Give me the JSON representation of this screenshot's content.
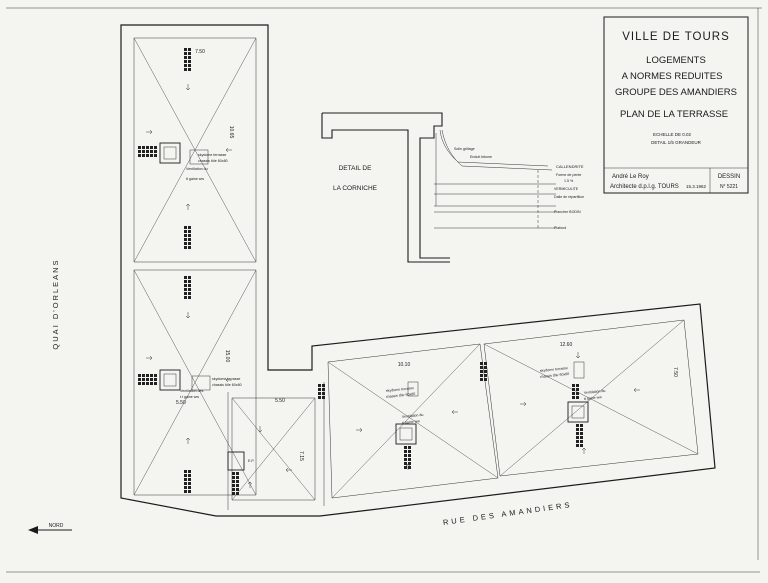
{
  "title_block": {
    "city": "VILLE DE TOURS",
    "line1": "LOGEMENTS",
    "line2": "A NORMES REDUITES",
    "line3": "GROUPE DES AMANDIERS",
    "plan": "PLAN DE LA TERRASSE",
    "scale": "ECHELLE DE 0.02",
    "detail_scale": "DETAIL 1/5 GRANDEUR",
    "architect": "André Le Roy",
    "architect_title": "Architecte d.p.l.g. TOURS",
    "date": "15.3.1962",
    "dessin_label": "DESSIN",
    "dessin_no": "N° 5221"
  },
  "streets": {
    "west": "QUAI D'ORLEANS",
    "south": "RUE DES AMANDIERS"
  },
  "north": {
    "label": "NORD"
  },
  "detail": {
    "title_l1": "DETAIL DE",
    "title_l2": "LA CORNICHE",
    "labels": [
      "Solin grillage",
      "Enduit bitume",
      "CALLENDRITE",
      "Forme de pente",
      "1.5 %",
      "VERMICULITE",
      "Dalle de répartition",
      "Plancher BODIN",
      "Plafond"
    ]
  },
  "plan": {
    "dims": [
      "7.50",
      "10.65",
      "15.00",
      "5.50",
      "5.50",
      "7.15",
      "10.10",
      "12.60",
      "7.50"
    ],
    "notes": {
      "skylight_a": "skydome terrasse",
      "skylight_a2": "chassis tôle 60x80",
      "vent_a": "Ventilation du",
      "vent_a2": "tt gaine ww",
      "skylight_b": "skydome terrasse",
      "skylight_b2": "chassis tôle 60x80",
      "vent_b": "Ventilation des",
      "vent_b2": "t.t gaine ww",
      "skylight_c": "skydome terrasse",
      "skylight_c2": "chassis tôle 60x80",
      "vent_c": "Ventilation du",
      "vent_c2": "tt gaine ww",
      "skylight_d": "skydome terrasse",
      "skylight_d2": "chassis tôle 60x80",
      "vent_d": "Ventilation du",
      "vent_d2": "tt gaine ww",
      "ep": "E.P."
    }
  }
}
